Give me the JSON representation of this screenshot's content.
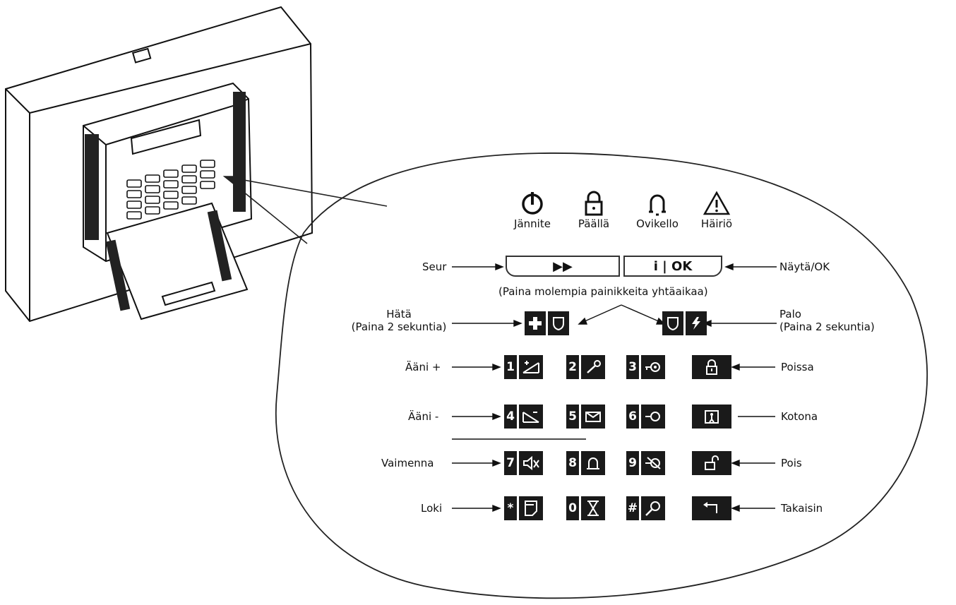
{
  "indicators": {
    "power": "Jännite",
    "armed": "Päällä",
    "chime": "Ovikello",
    "trouble": "Häiriö"
  },
  "function_keys": {
    "next_glyph": "▶▶",
    "ok_glyph": "i | OK"
  },
  "labels": {
    "next": "Seur",
    "show_ok": "Näytä/OK",
    "both_keys_note": "(Paina molempia painikkeita yhtäaikaa)",
    "panic_title": "Hätä",
    "panic_note": "(Paina 2 sekuntia)",
    "fire_title": "Palo",
    "fire_note": "(Paina 2 sekuntia)",
    "volume_up": "Ääni +",
    "volume_down": "Ääni -",
    "mute": "Vaimenna",
    "log": "Loki",
    "away": "Poissa",
    "home": "Kotona",
    "off": "Pois",
    "back": "Takaisin"
  },
  "keys": {
    "k1": "1",
    "k2": "2",
    "k3": "3",
    "k4": "4",
    "k5": "5",
    "k6": "6",
    "k7": "7",
    "k8": "8",
    "k9": "9",
    "kstar": "*",
    "k0": "0",
    "khash": "#"
  },
  "icons": [
    "power-icon",
    "padlock-icon",
    "bell-icon",
    "warning-icon",
    "fast-forward-icon",
    "info-ok-icon",
    "plus-icon",
    "shield-icon",
    "fire-icon",
    "volume-up-icon",
    "microphone-icon",
    "key-icon",
    "padlock-closed-icon",
    "volume-down-icon",
    "message-icon",
    "keyhole-icon",
    "home-person-icon",
    "mute-icon",
    "bell-small-icon",
    "key-crossed-icon",
    "padlock-open-icon",
    "log-icon",
    "hourglass-icon",
    "search-icon",
    "back-arrow-icon"
  ]
}
